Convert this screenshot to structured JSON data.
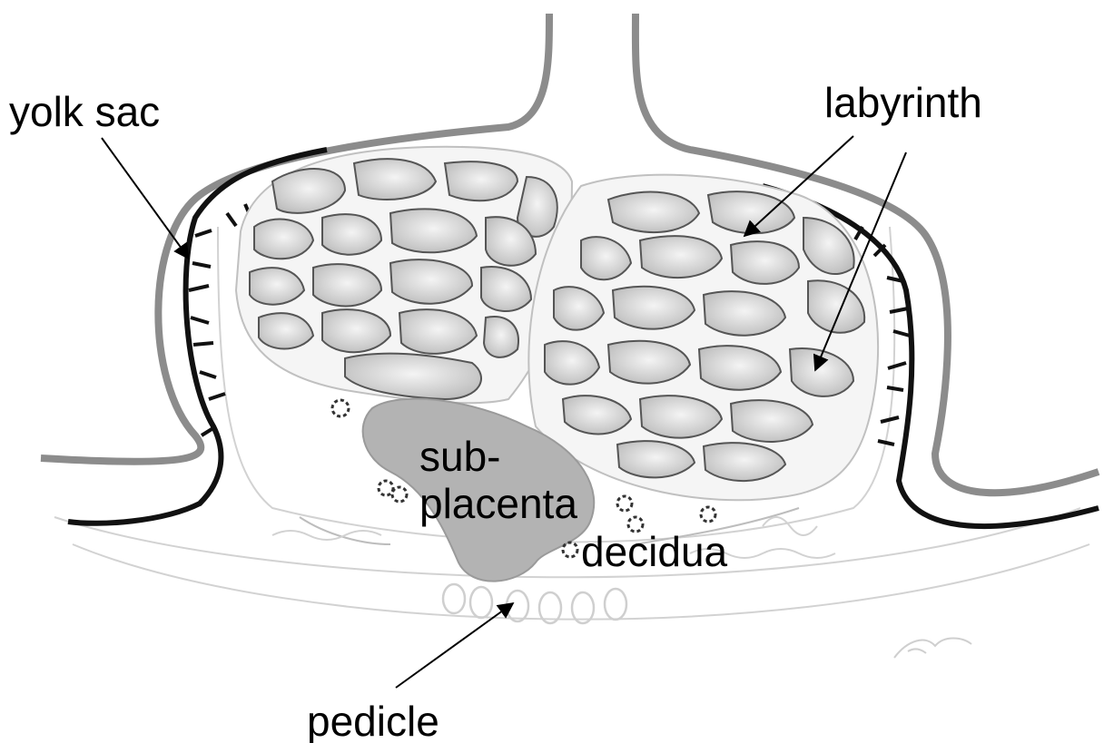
{
  "labels": {
    "yolk_sac": "yolk sac",
    "labyrinth": "labyrinth",
    "sub": "sub-",
    "placenta": "placenta",
    "decidua": "decidua",
    "pedicle": "pedicle"
  },
  "colors": {
    "yolk_sac_outer": "#8c8c8c",
    "yolk_sac_inner": "#111111",
    "labyrinth_fill": "#c8c8c8",
    "subplacenta_fill": "#b3b3b3",
    "decidua_line": "#cfcfcf"
  }
}
